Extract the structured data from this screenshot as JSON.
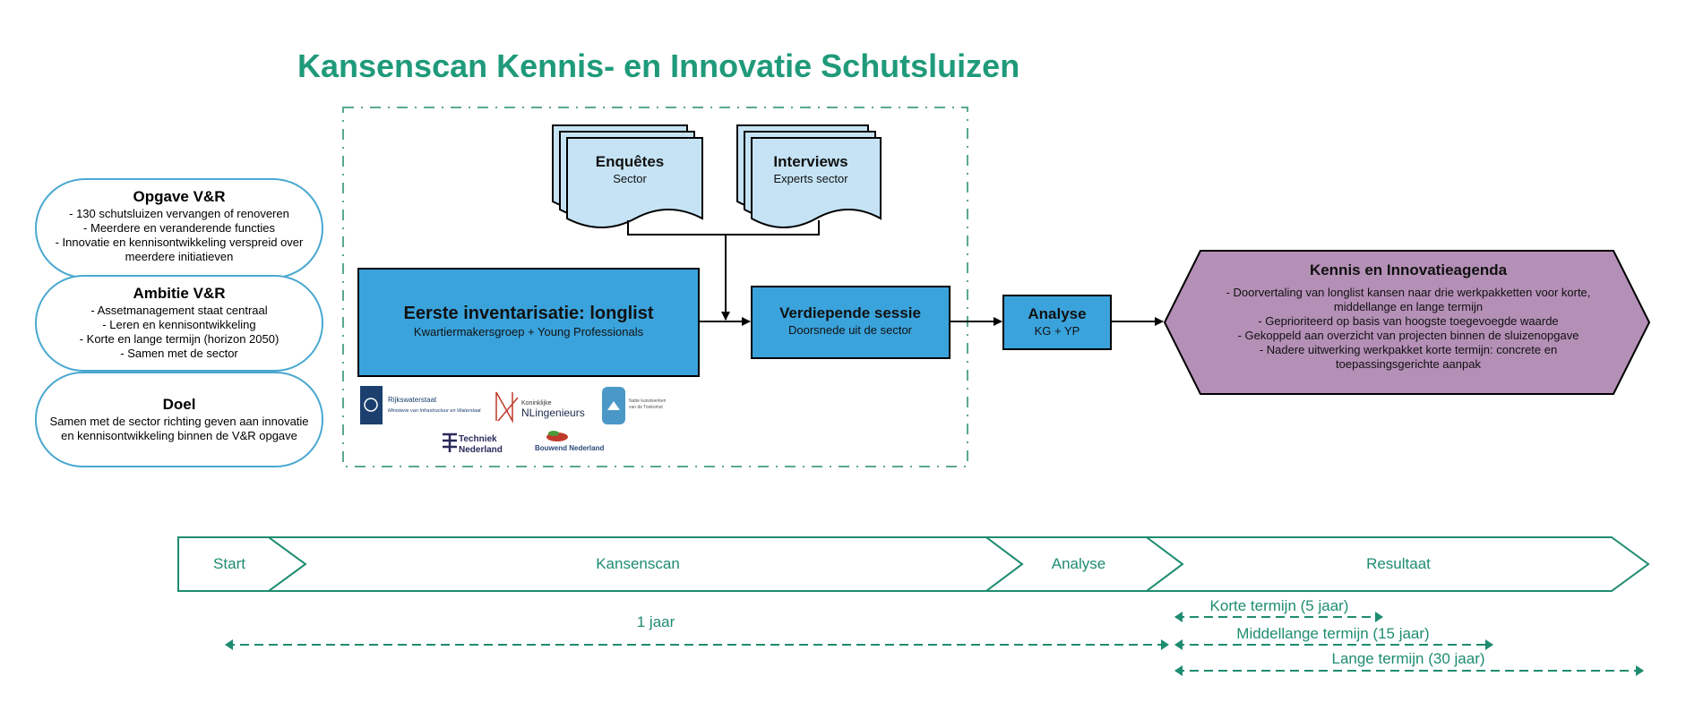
{
  "title": "Kansenscan Kennis- en Innovatie Schutsluizen",
  "colors": {
    "title": "#1f9a7a",
    "timeline": "#1e8c70",
    "ellipse_border": "#4aa8d0",
    "process_box": "#3aa3dc",
    "document": "#c5e3f5",
    "hexagon": "#b48fb6"
  },
  "left": [
    {
      "heading": "Opgave V&R",
      "lines": [
        "- 130 schutsluizen vervangen of renoveren",
        "- Meerdere en veranderende functies",
        "- Innovatie en kennisontwikkeling verspreid over",
        "meerdere initiatieven"
      ]
    },
    {
      "heading": "Ambitie V&R",
      "lines": [
        "- Assetmanagement staat centraal",
        "- Leren en kennisontwikkeling",
        "- Korte en lange termijn (horizon 2050)",
        "- Samen met de sector"
      ]
    },
    {
      "heading": "Doel",
      "lines": [
        "Samen met de sector richting geven aan innovatie",
        "en kennisontwikkeling binnen de V&R opgave"
      ]
    }
  ],
  "documents": [
    {
      "heading": "Enquêtes",
      "sub": "Sector"
    },
    {
      "heading": "Interviews",
      "sub": "Experts sector"
    }
  ],
  "longlist": {
    "heading": "Eerste inventarisatie: longlist",
    "sub": "Kwartiermakersgroep + Young Professionals"
  },
  "session": {
    "heading": "Verdiepende sessie",
    "sub": "Doorsnede uit de sector"
  },
  "analysis": {
    "heading": "Analyse",
    "sub": "KG + YP"
  },
  "agenda": {
    "heading": "Kennis en Innovatieagenda",
    "lines": [
      "- Doorvertaling van longlist kansen naar drie werkpakketten voor korte,",
      "middellange en lange termijn",
      "- Geprioriteerd op basis van hoogste toegevoegde waarde",
      "- Gekoppeld aan overzicht van projecten binnen de sluizenopgave",
      "- Nadere uitwerking werkpakket korte termijn: concrete en",
      "toepassingsgerichte aanpak"
    ]
  },
  "logos": {
    "rijkswaterstaat": [
      "Rijkswaterstaat",
      "Ministerie van Infrastructuur en Waterstaat"
    ],
    "nlingenieurs": [
      "Koninklijke",
      "NLingenieurs"
    ],
    "natte_kunstwerken": [
      "Natte kunstwerken",
      "van de Toekomst"
    ],
    "techniek_nederland": [
      "Techniek",
      "Nederland"
    ],
    "bouwend_nederland": [
      "Bouwend Nederland"
    ]
  },
  "timeline": {
    "phases": [
      "Start",
      "Kansenscan",
      "Analyse",
      "Resultaat"
    ],
    "durations": [
      "1 jaar",
      "Korte termijn (5 jaar)",
      "Middellange termijn (15 jaar)",
      "Lange termijn (30 jaar)"
    ]
  }
}
